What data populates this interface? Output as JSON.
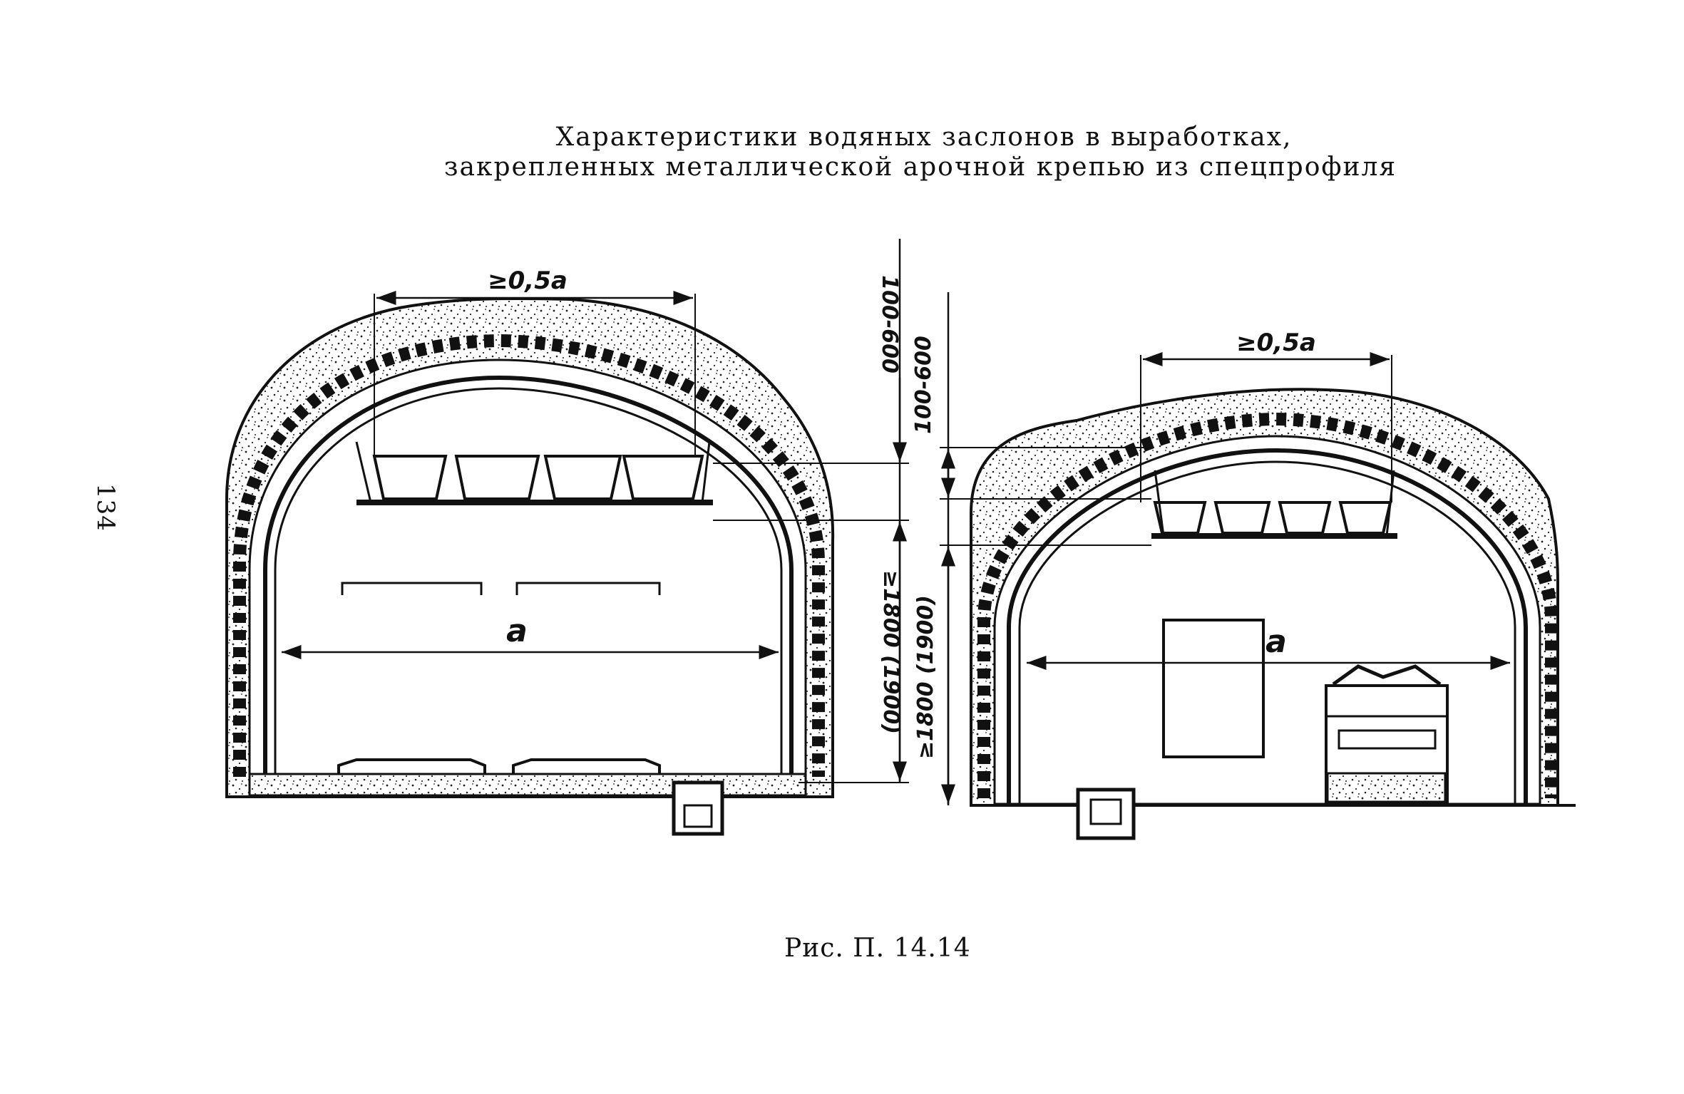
{
  "page": {
    "page_number": "134",
    "title_line1": "Характеристики водяных заслонов в выработках,",
    "title_line2": "закрепленных металлической арочной крепью из спецпрофиля",
    "figure_label": "Рис. П. 14.14"
  },
  "left_section": {
    "top_width_label": "≥0,5а",
    "height_above_label": "100-600",
    "height_below_label": "≥1800 (1900)",
    "width_label": "а"
  },
  "right_section": {
    "top_width_label": "≥0,5а",
    "height_above_label": "100-600",
    "height_below_label": "≥1800 (1900)",
    "width_label": "а"
  }
}
